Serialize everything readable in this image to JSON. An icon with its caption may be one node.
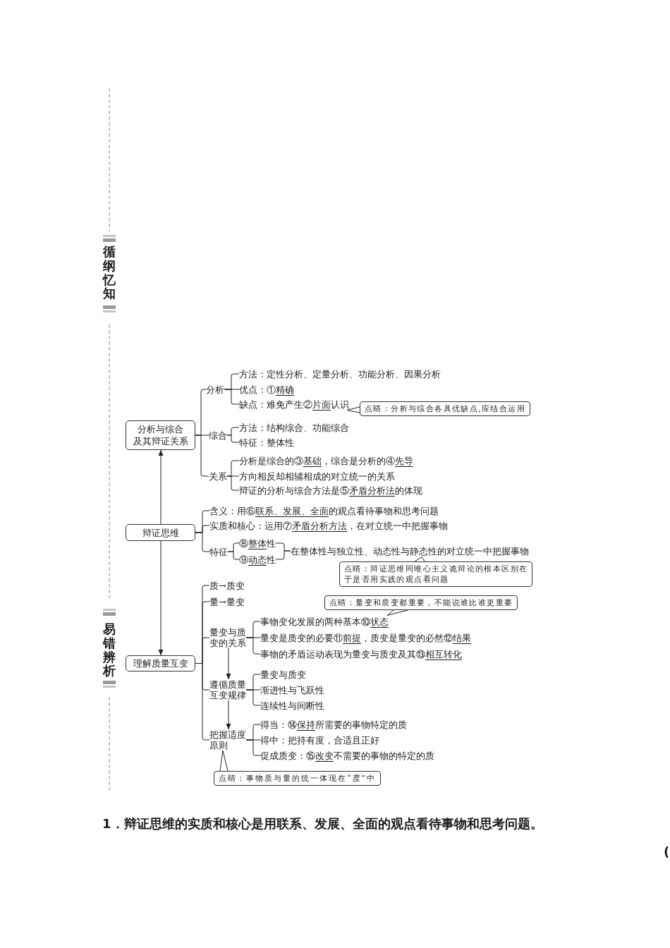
{
  "diagram": {
    "nodes": [
      {
        "text": [
          "分析与综合及其辩证关系"
        ]
      },
      {
        "text": [
          "分析"
        ]
      },
      {
        "text": [
          "方法：定性分析、定量分析、功能分析、因果分析"
        ]
      },
      {
        "text": [
          "优点：①精确"
        ]
      },
      {
        "text": [
          "缺点：难免产生②片面认识"
        ]
      },
      {
        "text": [
          "点睛：分析与综合各具优缺点,应结合运用"
        ]
      },
      {
        "text": [
          "综合"
        ]
      },
      {
        "text": [
          "方法：结构综合、功能综合"
        ]
      },
      {
        "text": [
          "特征：整体性"
        ]
      },
      {
        "text": [
          "关系"
        ]
      },
      {
        "text": [
          "分析是综合的③基础，综合是分析的④先导"
        ]
      },
      {
        "text": [
          "方向相反却相辅相成的对立统一的关系"
        ]
      },
      {
        "text": [
          "辩证的分析与综合方法是⑤矛盾分析法的体现"
        ]
      },
      {
        "text": [
          "辩证思维"
        ]
      },
      {
        "text": [
          "含义：用⑥联系、发展、全面的观点看待事物和思考问题"
        ]
      },
      {
        "text": [
          "实质和核心：运用⑦矛盾分析方法，在对立统一中把握事物"
        ]
      },
      {
        "text": [
          "特征"
        ]
      },
      {
        "text": [
          "⑧整体性"
        ]
      },
      {
        "text": [
          "⑨动态性"
        ]
      },
      {
        "text": [
          "在整体性与独立性、动态性与静态性的对立统一中把握事物"
        ]
      },
      {
        "text": [
          "点睛：辩证思维同唯心主义诡辩论的根本区别在于是否用实践的观点看问题"
        ]
      },
      {
        "text": [
          "理解质量互变"
        ]
      },
      {
        "text": [
          "质→质变"
        ]
      },
      {
        "text": [
          "量→量变"
        ]
      },
      {
        "text": [
          "点睛：量变和质变都重要，不能说谁比谁更重要"
        ]
      },
      {
        "text": [
          "量变与质变的关系"
        ]
      },
      {
        "text": [
          "事物变化发展的两种基本⑩状态"
        ]
      },
      {
        "text": [
          "量变是质变的必要⑪前提，质变是量变的必然⑫结果"
        ]
      },
      {
        "text": [
          "事物的矛盾运动表现为量变与质变及其⑬相互转化"
        ]
      },
      {
        "text": [
          "遵循质量互变规律"
        ]
      },
      {
        "text": [
          "量变与质变"
        ]
      },
      {
        "text": [
          "渐进性与飞跃性"
        ]
      },
      {
        "text": [
          "连续性与间断性"
        ]
      },
      {
        "text": [
          "把握适度原则"
        ]
      },
      {
        "text": [
          "得当：⑭保持所需要的事物特定的质"
        ]
      },
      {
        "text": [
          "得中：把持有度，合适且正好"
        ]
      },
      {
        "text": [
          "促成质变：⑮改变不需要的事物的特定的质"
        ]
      },
      {
        "text": [
          "点睛：事物质与量的统一体现在“度”中"
        ]
      }
    ],
    "edges": [
      {
        "from": 0,
        "to": 1,
        "arrow": "none"
      },
      {
        "from": 0,
        "to": 6,
        "arrow": "none"
      },
      {
        "from": 0,
        "to": 9,
        "arrow": "none"
      },
      {
        "from": 1,
        "to": 2,
        "arrow": "none"
      },
      {
        "from": 1,
        "to": 3,
        "arrow": "none"
      },
      {
        "from": 1,
        "to": 4,
        "arrow": "none"
      },
      {
        "from": 5,
        "to": 4,
        "arrow": "none"
      },
      {
        "from": 6,
        "to": 7,
        "arrow": "none"
      },
      {
        "from": 6,
        "to": 8,
        "arrow": "none"
      },
      {
        "from": 9,
        "to": 10,
        "arrow": "none"
      },
      {
        "from": 9,
        "to": 11,
        "arrow": "none"
      },
      {
        "from": 9,
        "to": 12,
        "arrow": "none"
      },
      {
        "from": 13,
        "to": 0,
        "arrow": "to"
      },
      {
        "from": 13,
        "to": 14,
        "arrow": "none"
      },
      {
        "from": 13,
        "to": 15,
        "arrow": "none"
      },
      {
        "from": 13,
        "to": 16,
        "arrow": "none"
      },
      {
        "from": 16,
        "to": 17,
        "arrow": "none"
      },
      {
        "from": 16,
        "to": 18,
        "arrow": "none"
      },
      {
        "from": 17,
        "to": 19,
        "arrow": "none"
      },
      {
        "from": 18,
        "to": 19,
        "arrow": "none"
      },
      {
        "from": 20,
        "to": 19,
        "arrow": "none"
      },
      {
        "from": 13,
        "to": 21,
        "arrow": "to"
      },
      {
        "from": 21,
        "to": 22,
        "arrow": "none"
      },
      {
        "from": 21,
        "to": 23,
        "arrow": "none"
      },
      {
        "from": 21,
        "to": 25,
        "arrow": "none"
      },
      {
        "from": 21,
        "to": 29,
        "arrow": "none"
      },
      {
        "from": 21,
        "to": 33,
        "arrow": "none"
      },
      {
        "from": 24,
        "to": 26,
        "arrow": "none"
      },
      {
        "from": 25,
        "to": 26,
        "arrow": "none"
      },
      {
        "from": 25,
        "to": 27,
        "arrow": "none"
      },
      {
        "from": 25,
        "to": 28,
        "arrow": "none"
      },
      {
        "from": 25,
        "to": 29,
        "arrow": "to"
      },
      {
        "from": 29,
        "to": 30,
        "arrow": "none"
      },
      {
        "from": 29,
        "to": 31,
        "arrow": "none"
      },
      {
        "from": 29,
        "to": 32,
        "arrow": "none"
      },
      {
        "from": 29,
        "to": 33,
        "arrow": "to"
      },
      {
        "from": 33,
        "to": 34,
        "arrow": "none"
      },
      {
        "from": 33,
        "to": 35,
        "arrow": "none"
      },
      {
        "from": 33,
        "to": 36,
        "arrow": "none"
      },
      {
        "from": 37,
        "to": 33,
        "arrow": "none"
      }
    ],
    "labels": [
      "循纲忆知",
      "易错辨析",
      "1．辩证思维的实质和核心是用联系、发展、全面的观点看待事物和思考问题。",
      "("
    ]
  }
}
